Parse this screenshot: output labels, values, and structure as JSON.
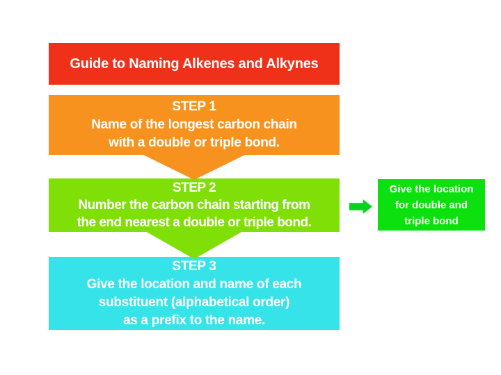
{
  "slide": {
    "background": "#ffffff",
    "title": {
      "text": "Guide to Naming Alkenes and Alkynes",
      "color": "#ee3118"
    },
    "steps": [
      {
        "header": "STEP 1",
        "lines": [
          "Name of the longest carbon chain",
          "with a double or triple bond."
        ],
        "color": "#f7921e"
      },
      {
        "header": "STEP 2",
        "lines": [
          "Number the carbon chain starting from",
          "the end nearest a double or triple bond."
        ],
        "color": "#80df06"
      },
      {
        "header": "STEP 3",
        "lines": [
          "Give the location and name of each",
          "substituent (alphabetical order)",
          "as a prefix to the name."
        ],
        "color": "#36e3e8"
      }
    ],
    "callout": {
      "lines": [
        "Give the location",
        "for double and",
        "triple bond"
      ],
      "color": "#0ce00e"
    },
    "arrow": {
      "icon": "right-block-arrow",
      "color": "#06d41a"
    }
  }
}
